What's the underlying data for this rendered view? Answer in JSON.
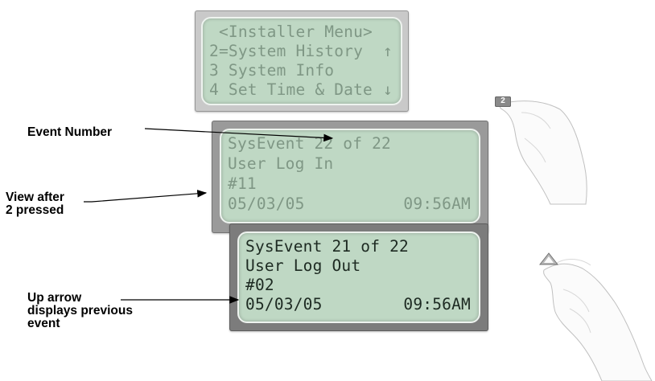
{
  "screens": [
    {
      "lines": [
        {
          "text": " <Installer Menu>"
        },
        {
          "text": "2=System History",
          "right": "↑"
        },
        {
          "text": "3 System Info"
        },
        {
          "text": "4 Set Time & Date",
          "right": "↓"
        }
      ]
    },
    {
      "lines": [
        {
          "text": "SysEvent 22 of 22"
        },
        {
          "text": "User Log In"
        },
        {
          "text": "#11"
        },
        {
          "text": "05/03/05",
          "right": "09:56AM"
        }
      ]
    },
    {
      "lines": [
        {
          "text": "SysEvent 21 of 22"
        },
        {
          "text": "User Log Out"
        },
        {
          "text": "#02"
        },
        {
          "text": "05/03/05",
          "right": "09:56AM"
        }
      ]
    }
  ],
  "callouts": {
    "event_number": "Event Number",
    "view_after_line1": "View after",
    "view_after_line2": "2 pressed",
    "up_arrow_line1": "Up arrow",
    "up_arrow_line2": "displays previous",
    "up_arrow_line3": "event"
  },
  "keys": {
    "two_key": "2",
    "up_key": "up-arrow-key-icon"
  },
  "colors": {
    "lcd_background": "#bfd8c4",
    "lcd_text_dim": "#7f9785",
    "lcd_text_dark": "#1d2a22",
    "bezel_light": "#c9c9c9",
    "bezel_mid": "#9a9a9a",
    "bezel_dark": "#7c7c7c"
  }
}
